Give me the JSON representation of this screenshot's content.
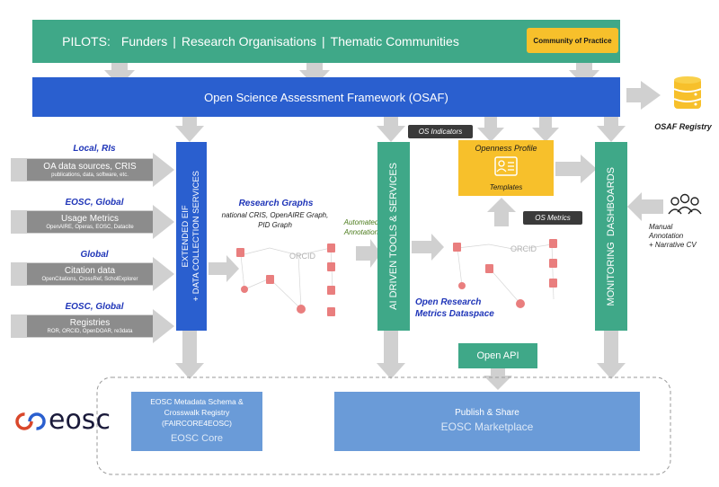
{
  "pilots": {
    "label": "PILOTS:",
    "items": [
      "Funders",
      "Research Organisations",
      "Thematic Communities"
    ],
    "sep": "|",
    "community": "Community of Practice"
  },
  "osaf": {
    "label": "Open Science Assessment Framework (OSAF)",
    "registry": "OSAF Registry"
  },
  "sources": [
    {
      "heading": "Local, RIs",
      "title": "OA data sources, CRIS",
      "sub": "publications, data, software, etc."
    },
    {
      "heading": "EOSC, Global",
      "title": "Usage Metrics",
      "sub": "OpenAIRE, Operas, EOSC, Datacite"
    },
    {
      "heading": "Global",
      "title": "Citation data",
      "sub": "OpenCitations, CrossRef, ScholExplorer"
    },
    {
      "heading": "EOSC, Global",
      "title": "Registries",
      "sub": "ROR, ORCID, OpenDOAR, re3data"
    }
  ],
  "eif": {
    "line1": "EXTENDED EIF",
    "line2": "+ DATA COLLECTION SERVICES"
  },
  "research_graphs": {
    "title": "Research Graphs",
    "desc_lines": [
      "national CRIS, OpenAIRE Graph,",
      "PID Graph"
    ]
  },
  "automated": [
    "Automated",
    "Annotation"
  ],
  "ai_tools": "AI DRIVEN TOOLS & SERVICES",
  "os_indicators": "OS Indicators",
  "openness": {
    "title": "Openness Profile",
    "templates": "Templates"
  },
  "os_metrics": "OS Metrics",
  "open_research": {
    "line1": "Open Research",
    "line2": "Metrics Dataspace"
  },
  "open_api": "Open API",
  "monitoring": "MONITORING  DASHBOARDS",
  "manual": [
    "Manual",
    "Annotation",
    "+ Narrative CV"
  ],
  "eosc_core": {
    "lines": [
      "EOSC Metadata Schema &",
      "Crosswalk Registry",
      "(FAIRCORE4EOSC)"
    ],
    "footer": "EOSC Core"
  },
  "publish": {
    "title": "Publish & Share",
    "footer": "EOSC Marketplace"
  },
  "logo": "eosc",
  "orcid": "ORCID",
  "colors": {
    "green": "#3fa888",
    "blue": "#2a5fcf",
    "yellow": "#f7c02b",
    "grey": "#8c8c8c",
    "arrow": "#d0d0d0",
    "light_blue": "#6a9bd8",
    "dark_blue_text": "#1f35b8"
  },
  "icons": [
    "database-icon",
    "people-icon",
    "profile-card-icon"
  ]
}
